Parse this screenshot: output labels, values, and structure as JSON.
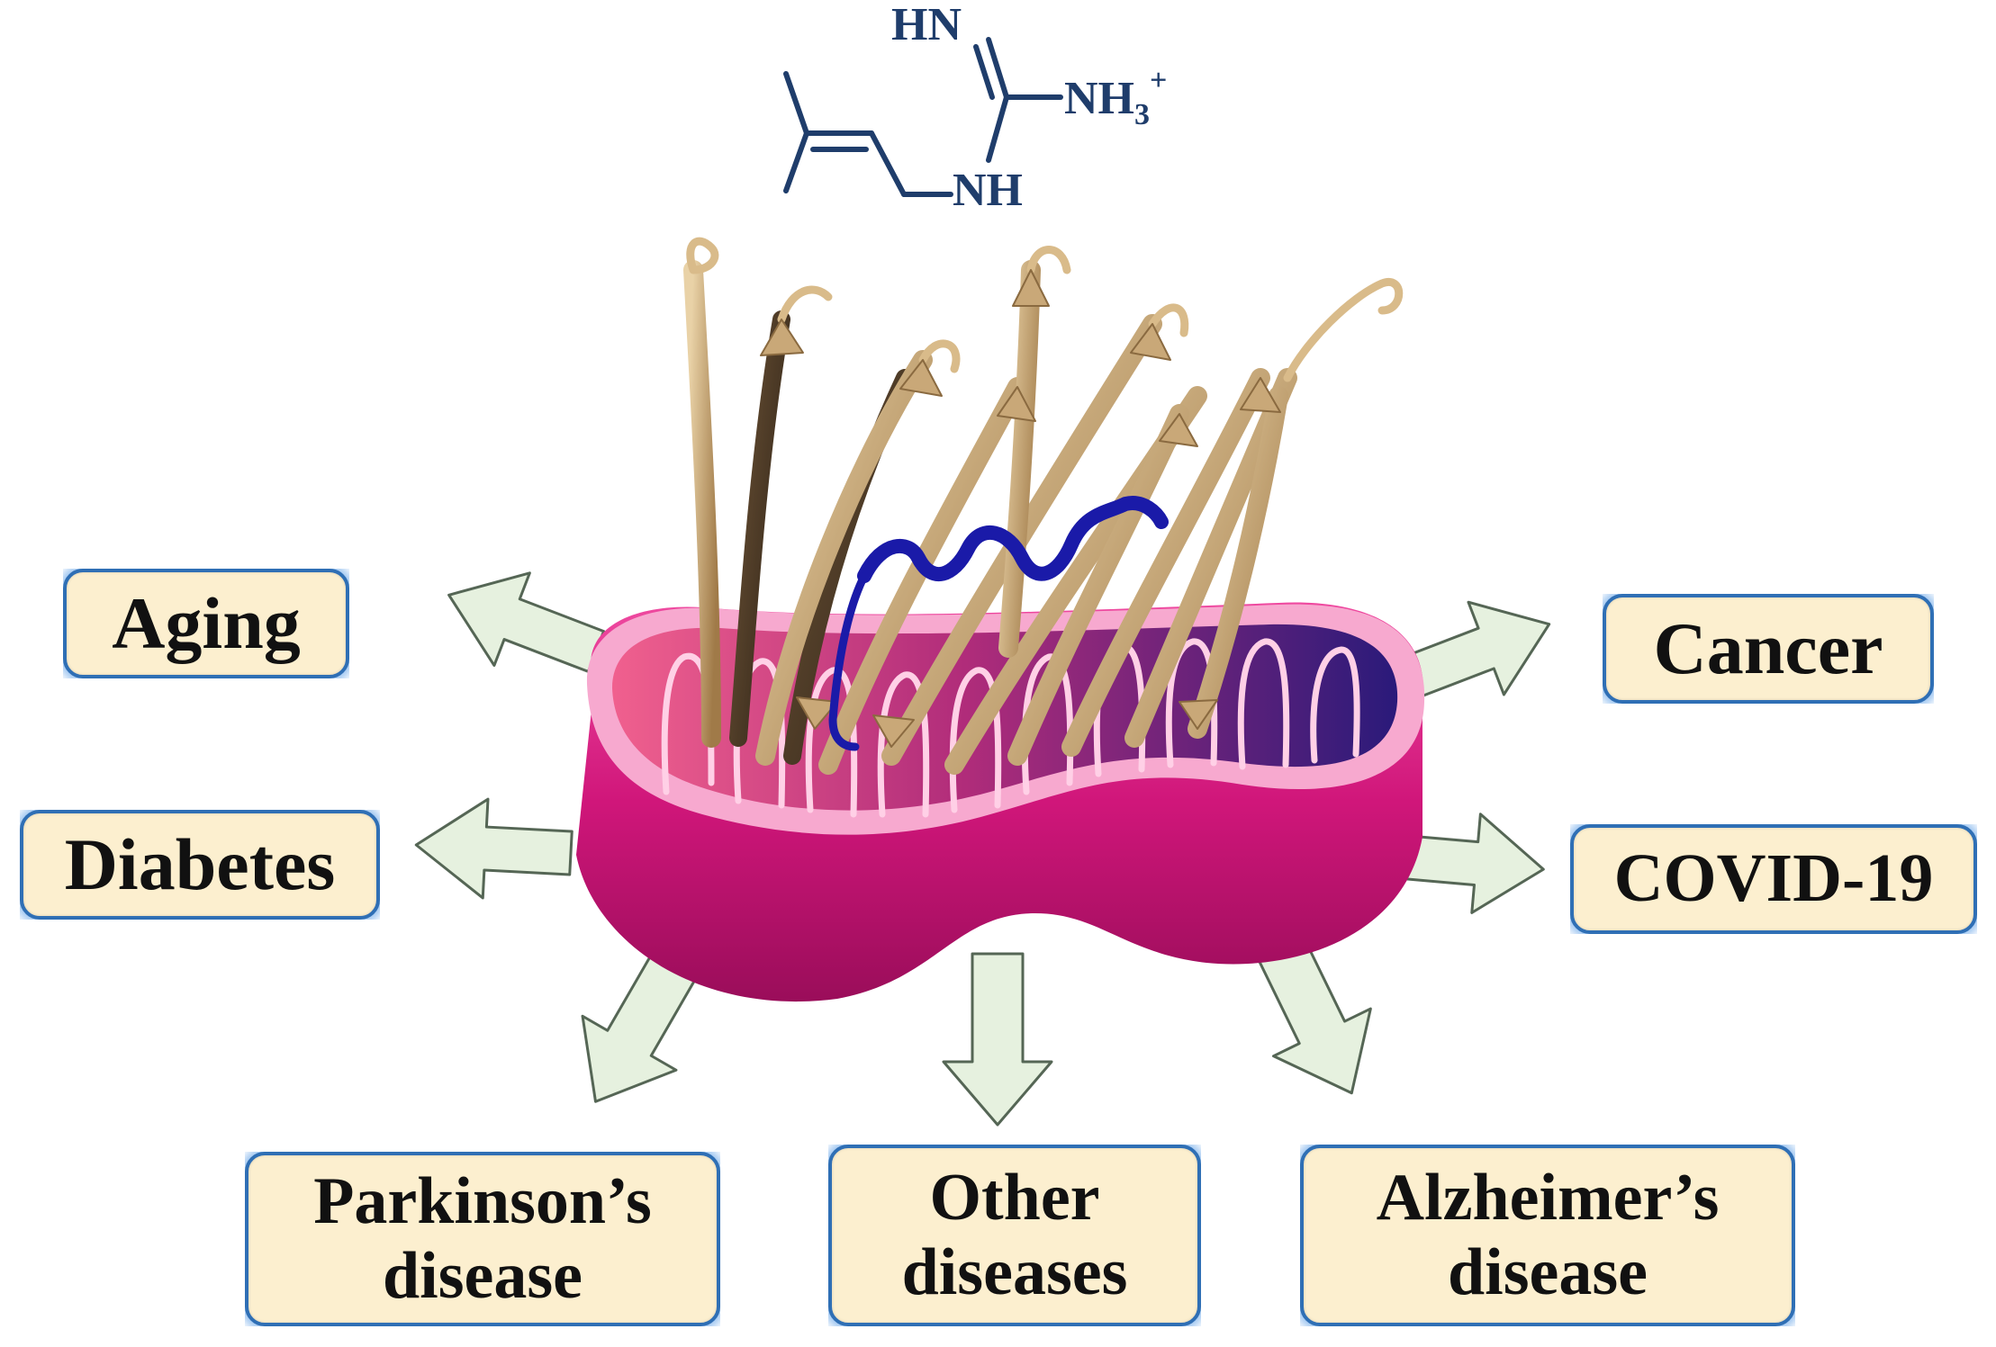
{
  "molecule": {
    "hn": "HN",
    "nh3": "NH",
    "nh3_sub": "3",
    "nh3_sup": "+",
    "nh": "NH"
  },
  "labels": {
    "aging": "Aging",
    "diabetes": "Diabetes",
    "cancer": "Cancer",
    "covid": "COVID-19",
    "parkinsons_line1": "Parkinson’s",
    "parkinsons_line2": "disease",
    "other_line1": "Other",
    "other_line2": "diseases",
    "alzheimers_line1": "Alzheimer’s",
    "alzheimers_line2": "disease"
  },
  "colors": {
    "box_fill": "#fcefcf",
    "box_border": "#2f6fb5",
    "arrow_fill": "#e6f1df",
    "mito_outer": "#d81b7a",
    "protein_strand": "#c9a878",
    "helix": "#1a1aa8"
  }
}
